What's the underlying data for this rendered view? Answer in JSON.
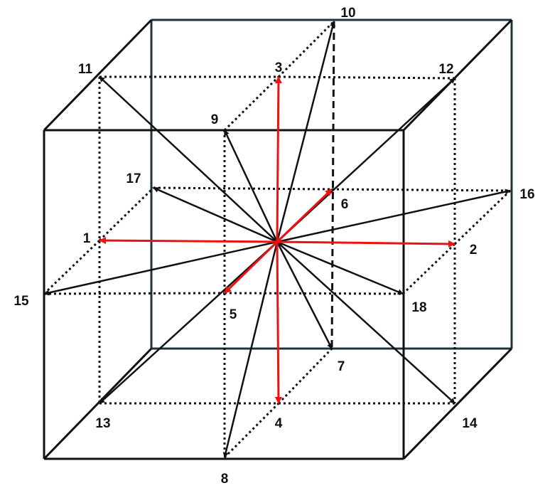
{
  "diagram": {
    "colors": {
      "front_edges": "#111111",
      "back_edges": "#1d3340",
      "axis_arrows": "#ee1111",
      "diagonal_arrows": "#111111",
      "guides": "#111111"
    },
    "directions": [
      {
        "label": "1",
        "kind": "axis"
      },
      {
        "label": "2",
        "kind": "axis"
      },
      {
        "label": "3",
        "kind": "axis"
      },
      {
        "label": "4",
        "kind": "axis"
      },
      {
        "label": "5",
        "kind": "axis"
      },
      {
        "label": "6",
        "kind": "axis"
      },
      {
        "label": "7",
        "kind": "diagonal"
      },
      {
        "label": "8",
        "kind": "diagonal"
      },
      {
        "label": "9",
        "kind": "diagonal"
      },
      {
        "label": "10",
        "kind": "diagonal"
      },
      {
        "label": "11",
        "kind": "diagonal"
      },
      {
        "label": "12",
        "kind": "diagonal"
      },
      {
        "label": "13",
        "kind": "diagonal"
      },
      {
        "label": "14",
        "kind": "diagonal"
      },
      {
        "label": "15",
        "kind": "diagonal"
      },
      {
        "label": "16",
        "kind": "diagonal"
      },
      {
        "label": "17",
        "kind": "diagonal"
      },
      {
        "label": "18",
        "kind": "diagonal"
      }
    ]
  }
}
